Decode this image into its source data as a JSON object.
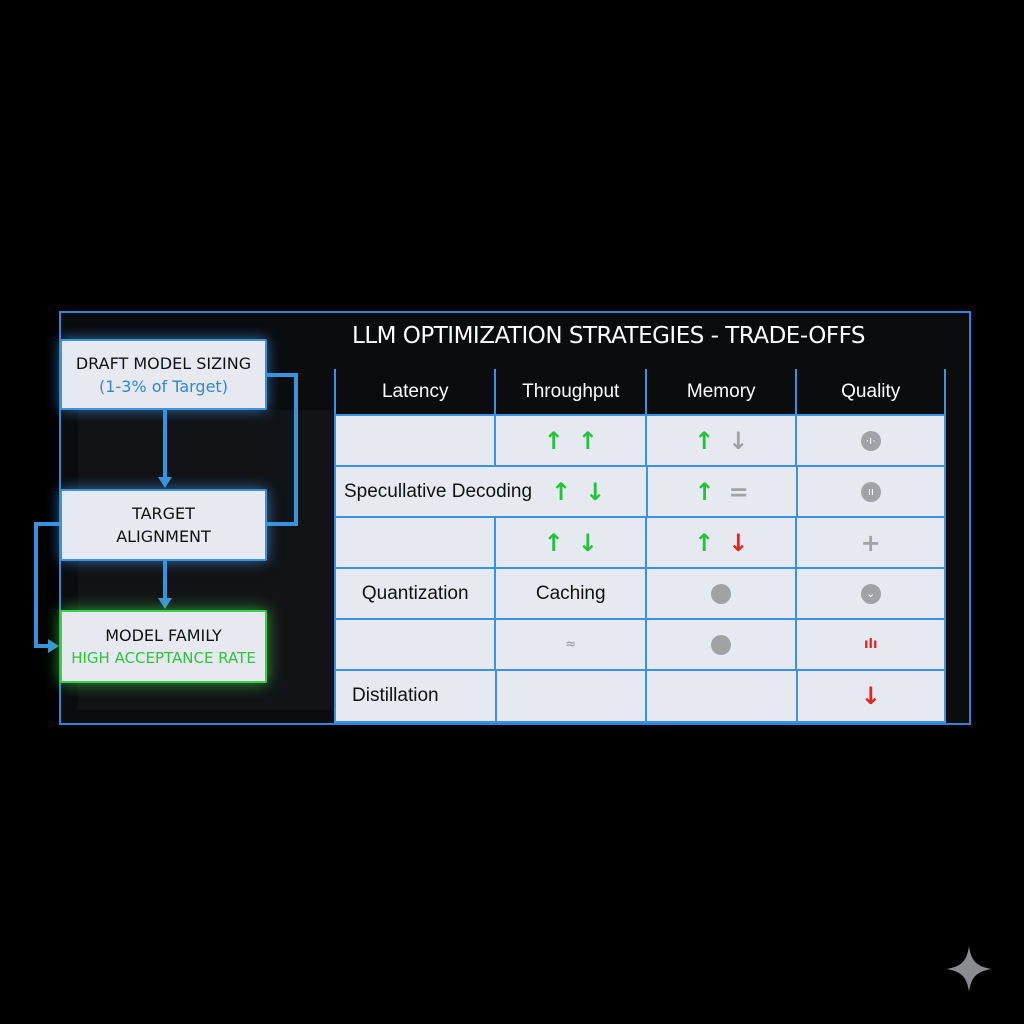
{
  "title": "LLM OPTIMIZATION STRATEGIES - TRADE-OFFS",
  "flowchart": {
    "box1": {
      "title": "DRAFT MODEL SIZING",
      "subtitle": "(1-3% of Target)"
    },
    "box2": {
      "line1": "TARGET",
      "line2": "ALIGNMENT"
    },
    "box3": {
      "title": "MODEL FAMILY",
      "subtitle": "HIGH ACCEPTANCE RATE"
    }
  },
  "colors": {
    "accent": "#3a93df",
    "green": "#22c33a",
    "red": "#e8231f",
    "gray": "#a0a2a6"
  },
  "table": {
    "headers": [
      "Latency",
      "Throughput",
      "Memory",
      "Quality"
    ],
    "rows": [
      [
        {
          "text": ""
        },
        {
          "icons": [
            {
              "name": "arrow-up",
              "glyph": "↑",
              "color": "green"
            },
            {
              "name": "arrow-up",
              "glyph": "↑",
              "color": "green"
            }
          ]
        },
        {
          "icons": [
            {
              "name": "arrow-up",
              "glyph": "↑",
              "color": "green"
            },
            {
              "name": "arrow-down",
              "glyph": "↓",
              "color": "gray"
            }
          ]
        },
        {
          "icons": [
            {
              "name": "audio-dot",
              "glyph": "·ı·",
              "dot": true
            }
          ]
        }
      ],
      [
        {
          "text": "Specullative Decoding",
          "over": true
        },
        {
          "icons": [
            {
              "name": "arrow-up",
              "glyph": "↑",
              "color": "green"
            },
            {
              "name": "arrow-down",
              "glyph": "↓",
              "color": "green"
            }
          ]
        },
        {
          "icons": [
            {
              "name": "arrow-up",
              "glyph": "↑",
              "color": "green"
            },
            {
              "name": "equals",
              "glyph": "=",
              "color": "gray"
            }
          ]
        },
        {
          "icons": [
            {
              "name": "pause-dot",
              "glyph": "ıı",
              "dot": true
            }
          ]
        }
      ],
      [
        {
          "text": ""
        },
        {
          "icons": [
            {
              "name": "arrow-up",
              "glyph": "↑",
              "color": "green"
            },
            {
              "name": "arrow-down",
              "glyph": "↓",
              "color": "green"
            }
          ]
        },
        {
          "icons": [
            {
              "name": "arrow-up",
              "glyph": "↑",
              "color": "green"
            },
            {
              "name": "arrow-down",
              "glyph": "↓",
              "color": "red"
            }
          ]
        },
        {
          "icons": [
            {
              "name": "plus",
              "glyph": "+",
              "color": "gray"
            }
          ]
        }
      ],
      [
        {
          "text": "Quantization"
        },
        {
          "text": "Caching"
        },
        {
          "icons": [
            {
              "name": "circle",
              "glyph": "",
              "dot": true
            }
          ]
        },
        {
          "icons": [
            {
              "name": "chevron-down-circle",
              "glyph": "⌄",
              "dot": true
            }
          ]
        }
      ],
      [
        {
          "text": ""
        },
        {
          "icons": [
            {
              "name": "na-mark",
              "glyph": "≈",
              "color": "gray",
              "small": true
            }
          ]
        },
        {
          "icons": [
            {
              "name": "circle",
              "glyph": "",
              "dot": true
            }
          ]
        },
        {
          "icons": [
            {
              "name": "bar-chart",
              "glyph": "ılı",
              "color": "red",
              "small": true
            }
          ]
        }
      ],
      [
        {
          "text": "Distillation",
          "left": true
        },
        {
          "text": ""
        },
        {
          "text": ""
        },
        {
          "icons": [
            {
              "name": "arrow-down",
              "glyph": "↓",
              "color": "red"
            }
          ]
        }
      ]
    ]
  }
}
